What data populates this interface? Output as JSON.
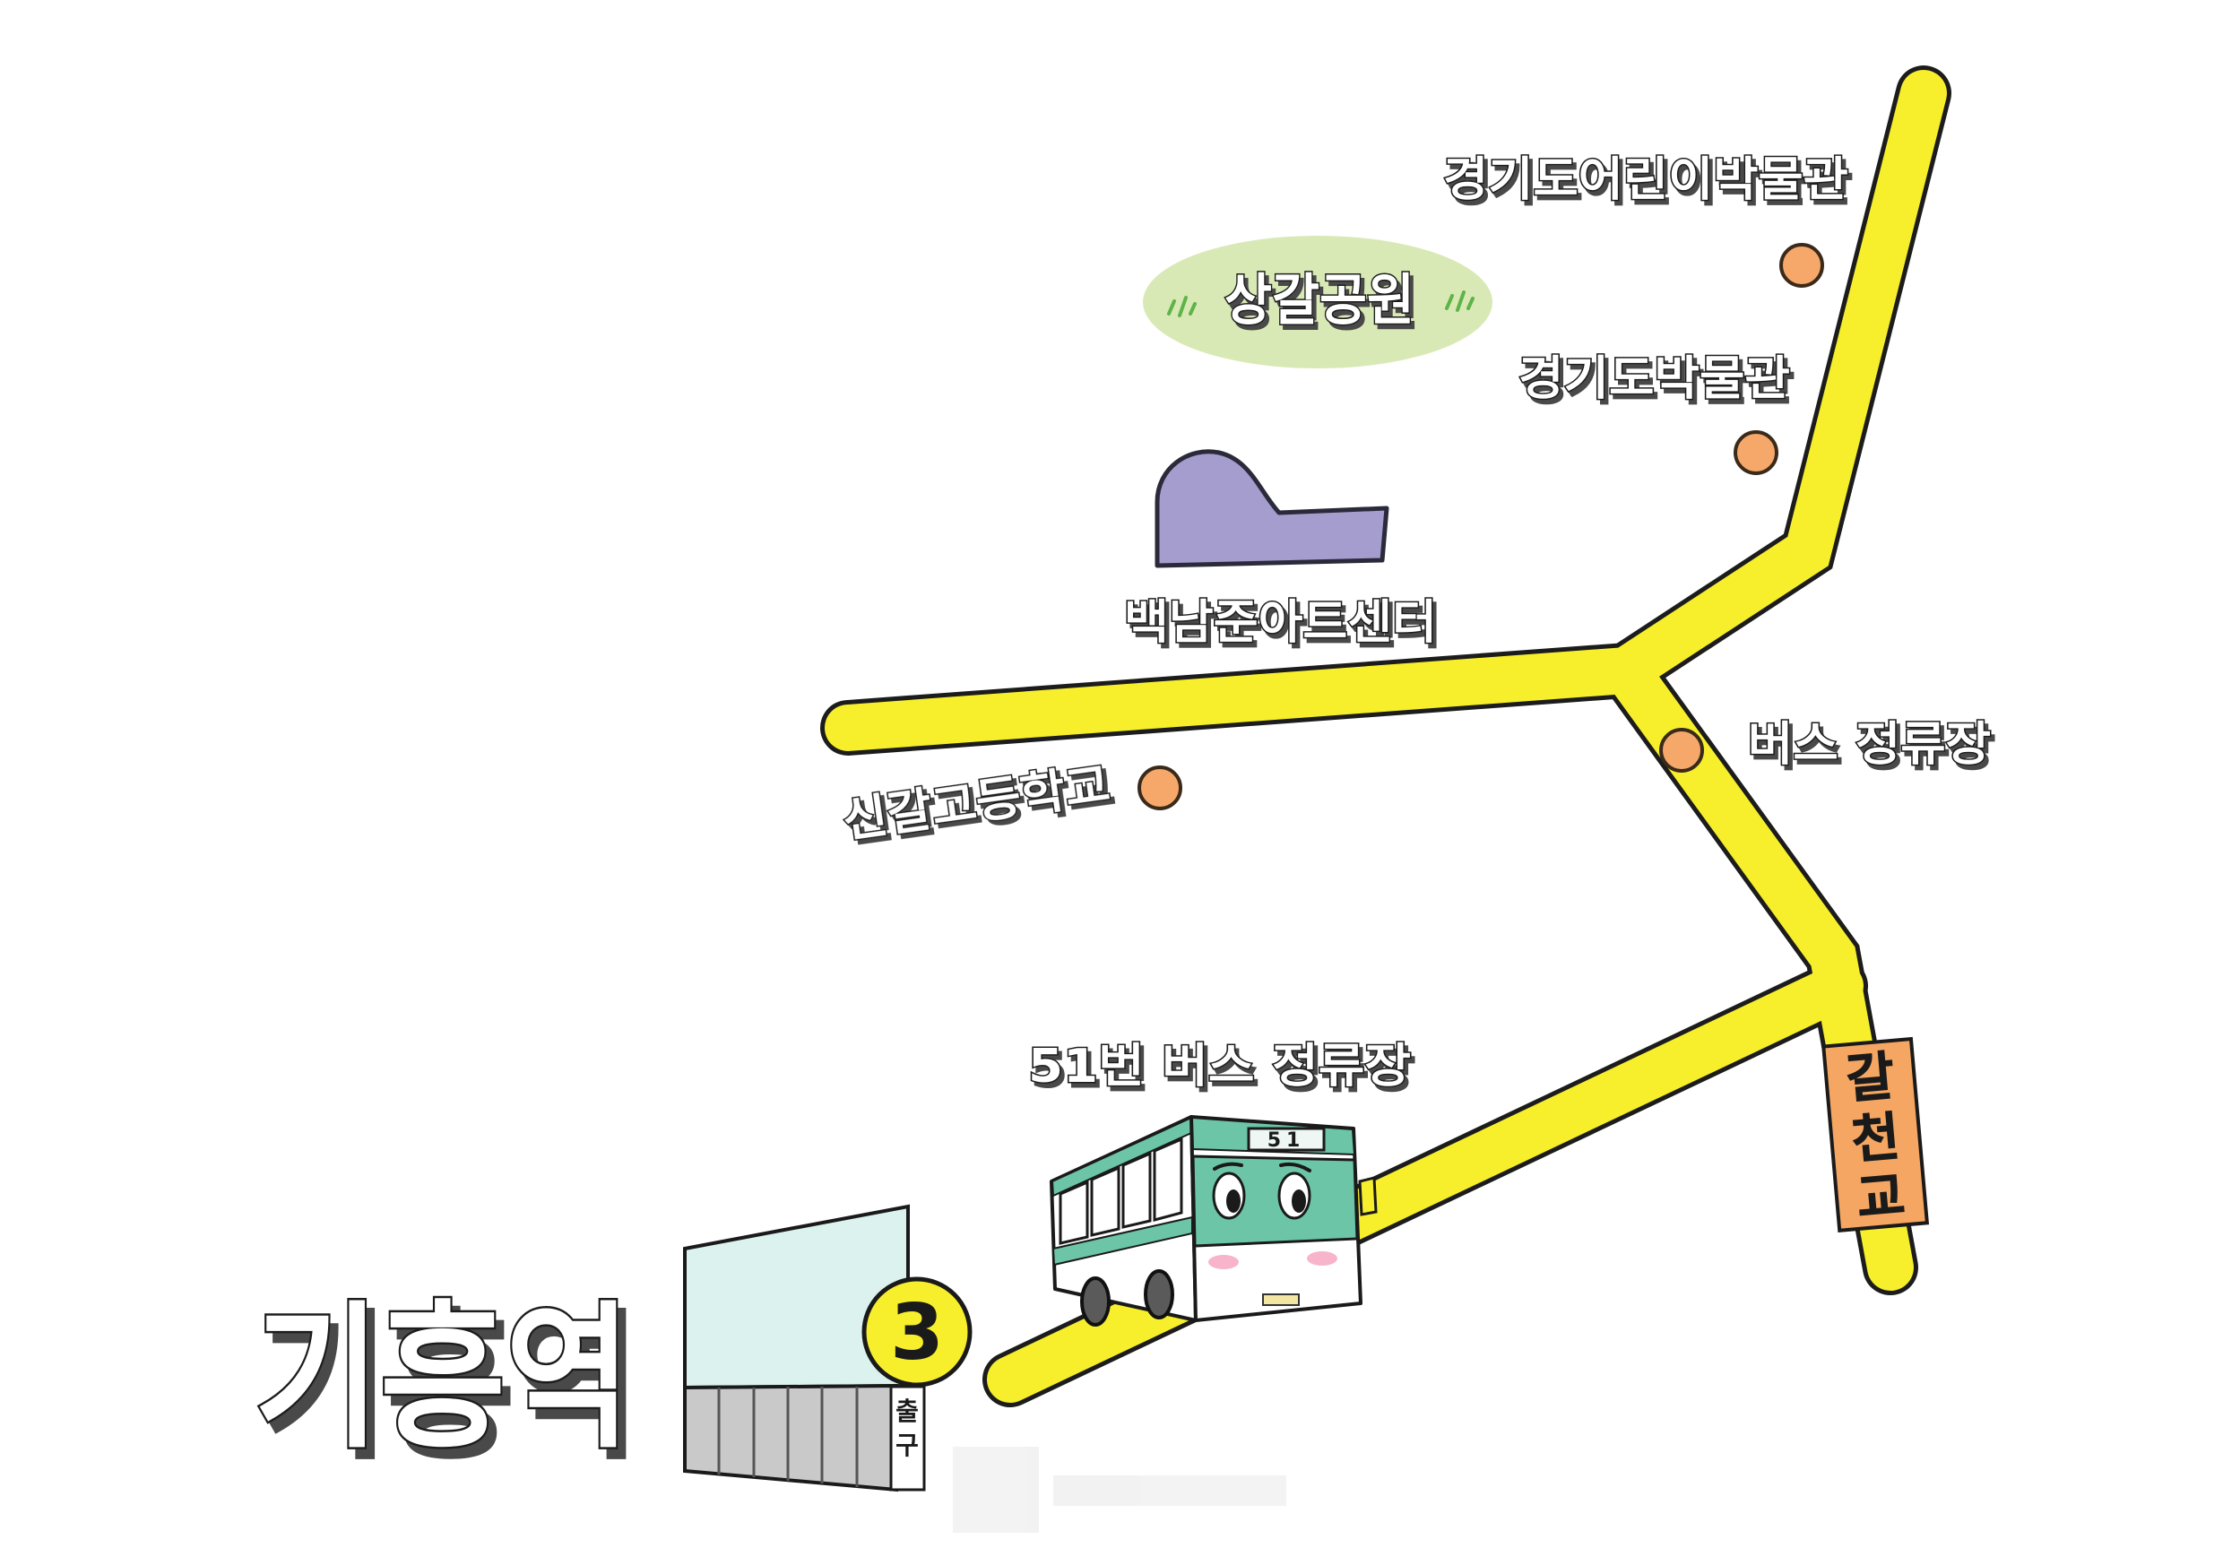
{
  "map": {
    "places": {
      "gyeonggi_childrens_museum": "경기도어린이박물관",
      "sanggal_park": "상갈공원",
      "gyeonggi_provincial_museum": "경기도박물관",
      "nam_june_paik_art_center": "백남준아트센터",
      "bus_stop": "버스 정류장",
      "singal_high_school": "신갈고등학교",
      "bus_51_stop": "51번 버스 정류장",
      "giheung_station": "기흥역"
    },
    "galcheon_bridge_sign": [
      "갈",
      "천",
      "교"
    ],
    "station_exit": {
      "number": "3",
      "label": [
        "출",
        "구"
      ]
    },
    "bus": {
      "route_number": "51"
    },
    "icons": {
      "place_marker": "orange-dot-icon",
      "park": "grass-icon",
      "bus": "bus-icon",
      "art_center": "art-center-building-icon",
      "station": "station-building-icon",
      "watermark": "watermark-logo-icon"
    },
    "colors": {
      "road": "#f7ef2c",
      "road_outline": "#1c1c1c",
      "marker": "#f6a86a",
      "park": "#d9e9b6",
      "grass": "#5fb347",
      "art_center": "#a59dcd",
      "station_glass": "#dcf2ef",
      "station_base": "#c9c9c9",
      "exit_circle": "#f7ef2c",
      "bridge_sign": "#f4a662",
      "bus_accent": "#6cc5a6",
      "bus_cheek": "#f7b4cb"
    }
  }
}
